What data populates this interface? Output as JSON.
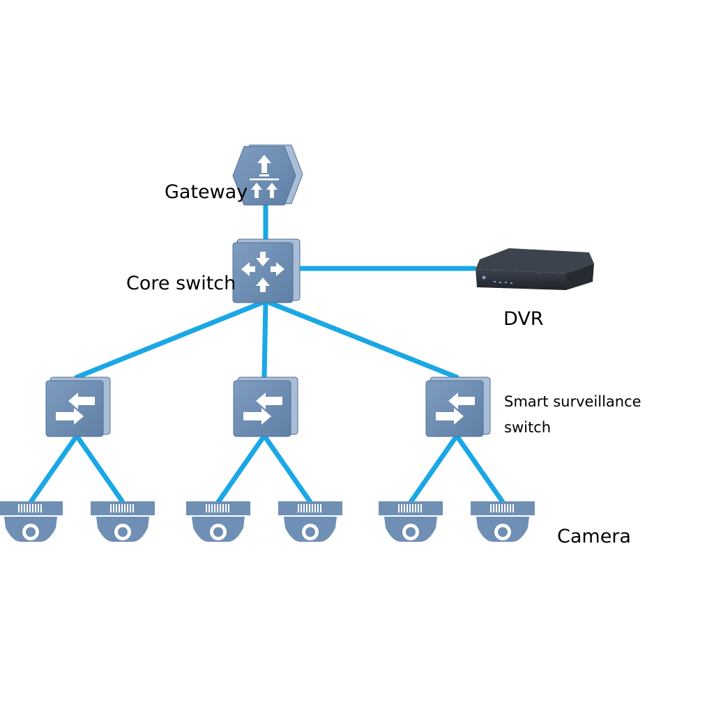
{
  "labels": {
    "gateway": "Gateway",
    "core_switch": "Core switch",
    "dvr": "DVR",
    "smart_switch_line1": "Smart surveillance",
    "smart_switch_line2": "switch",
    "camera": "Camera"
  },
  "nodes": {
    "gateway": {
      "icon": "gateway-icon"
    },
    "core_switch": {
      "icon": "core-switch-icon"
    },
    "dvr": {
      "icon": "dvr-icon"
    },
    "access_switches": [
      {
        "icon": "access-switch-icon"
      },
      {
        "icon": "access-switch-icon"
      },
      {
        "icon": "access-switch-icon"
      }
    ],
    "cameras": [
      {
        "icon": "dome-camera-icon",
        "switch": 1
      },
      {
        "icon": "dome-camera-icon",
        "switch": 1
      },
      {
        "icon": "dome-camera-icon",
        "switch": 2
      },
      {
        "icon": "dome-camera-icon",
        "switch": 2
      },
      {
        "icon": "dome-camera-icon",
        "switch": 3
      },
      {
        "icon": "dome-camera-icon",
        "switch": 3
      }
    ]
  },
  "edges": [
    [
      "gateway",
      "core_switch"
    ],
    [
      "core_switch",
      "dvr"
    ],
    [
      "core_switch",
      "access_switch_1"
    ],
    [
      "core_switch",
      "access_switch_2"
    ],
    [
      "core_switch",
      "access_switch_3"
    ],
    [
      "access_switch_1",
      "camera_1"
    ],
    [
      "access_switch_1",
      "camera_2"
    ],
    [
      "access_switch_2",
      "camera_3"
    ],
    [
      "access_switch_2",
      "camera_4"
    ],
    [
      "access_switch_3",
      "camera_5"
    ],
    [
      "access_switch_3",
      "camera_6"
    ]
  ],
  "colors": {
    "link": "#1aa7e6",
    "device_face": "#6f8fb4",
    "device_side": "#a9bdd6",
    "device_edge": "#4f6f94",
    "glyph": "#ffffff",
    "dvr_body": "#2b3038",
    "dvr_top": "#3d434d",
    "dvr_light": "#7da2d6"
  }
}
